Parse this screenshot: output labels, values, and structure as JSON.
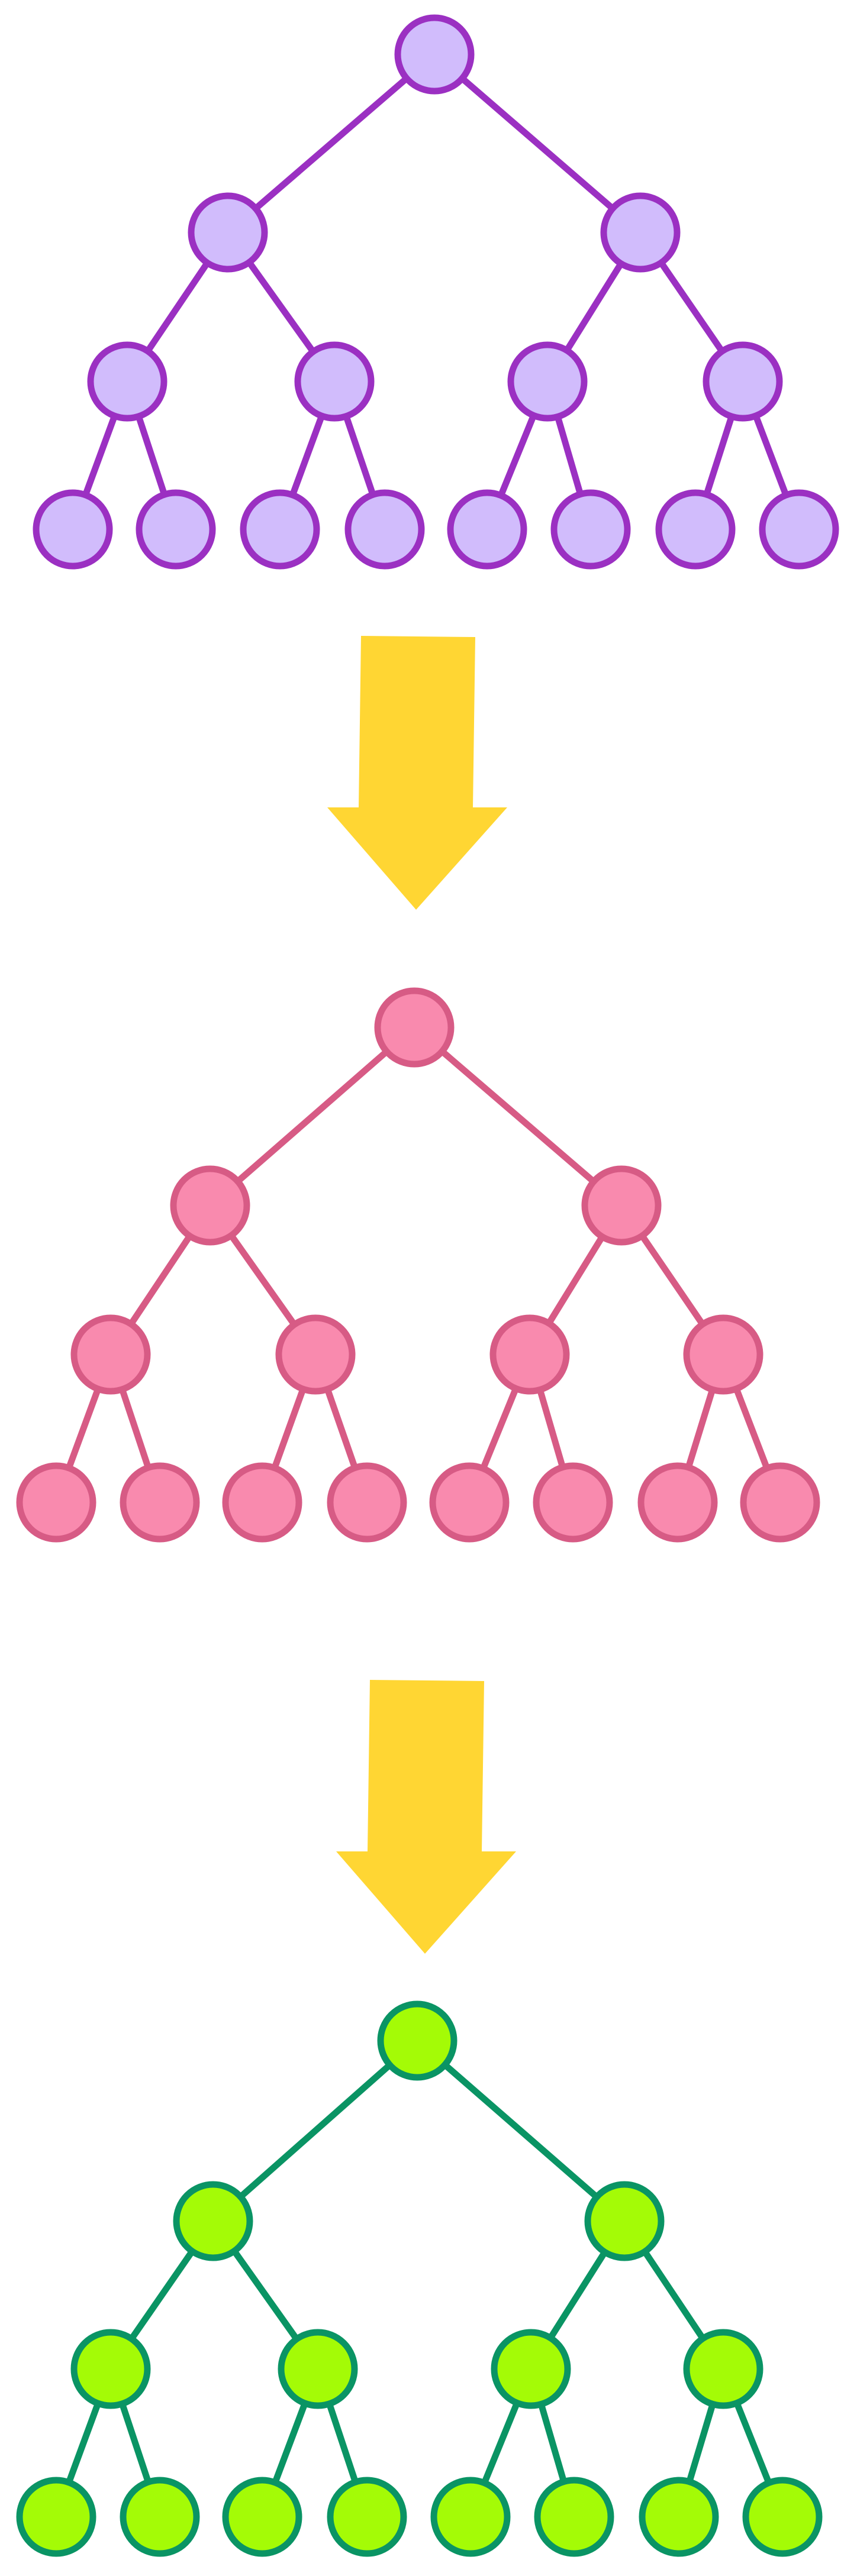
{
  "diagram": {
    "trees": [
      {
        "id": "tree-1",
        "stroke": "#9b30c2",
        "fill": "#d1bcfc",
        "levels": [
          1,
          2,
          4,
          8
        ]
      },
      {
        "id": "tree-2",
        "stroke": "#d75b85",
        "fill": "#f98aae",
        "levels": [
          1,
          2,
          4,
          8
        ]
      },
      {
        "id": "tree-3",
        "stroke": "#0a9464",
        "fill": "#a4fb06",
        "levels": [
          1,
          2,
          4,
          8
        ]
      }
    ],
    "arrows": [
      {
        "id": "arrow-1",
        "color": "#ffd633",
        "from": "tree-1",
        "to": "tree-2"
      },
      {
        "id": "arrow-2",
        "color": "#ffd633",
        "from": "tree-2",
        "to": "tree-3"
      }
    ]
  }
}
